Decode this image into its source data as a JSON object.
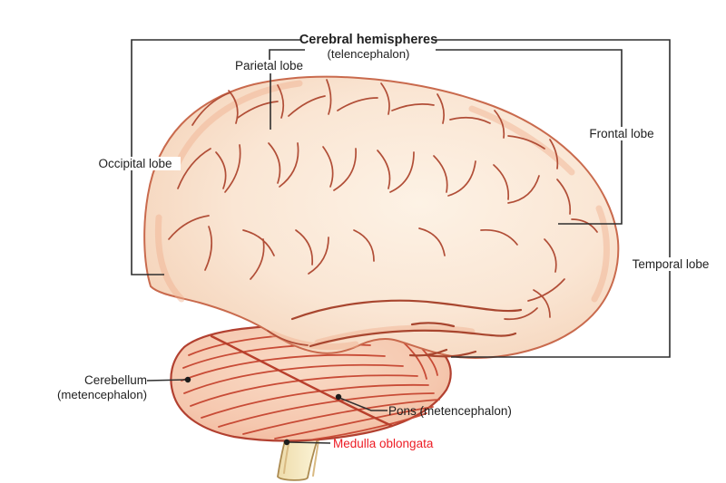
{
  "figure": {
    "subject": "Lateral view of the human brain with major region labels",
    "background_color": "#ffffff"
  },
  "labels": {
    "cerebral_hemispheres": {
      "text": "Cerebral hemispheres",
      "subtext": "(telencephalon)"
    },
    "parietal_lobe": {
      "text": "Parietal lobe"
    },
    "occipital_lobe": {
      "text": "Occipital lobe"
    },
    "frontal_lobe": {
      "text": "Frontal lobe"
    },
    "temporal_lobe": {
      "text": "Temporal lobe"
    },
    "cerebellum": {
      "text": "Cerebellum",
      "subtext": "(metencephalon)"
    },
    "pons": {
      "text": "Pons (metencephalon)"
    },
    "medulla_oblongata": {
      "text": "Medulla oblongata",
      "color": "#ed1c24"
    }
  },
  "colors": {
    "label_text": "#1f1f1f",
    "connector_line": "#2e2e2e",
    "medulla_label": "#ed1c24",
    "cortex_fill": "#fae6d4",
    "cortex_edge": "#efbf9e",
    "sulci_line": "#b14e37",
    "cerebellum_fill": "#f5c7ae",
    "cerebellum_folia_line": "#c84b36",
    "brainstem_fill": "#f7ecca",
    "brainstem_outline": "#ab8a50"
  }
}
